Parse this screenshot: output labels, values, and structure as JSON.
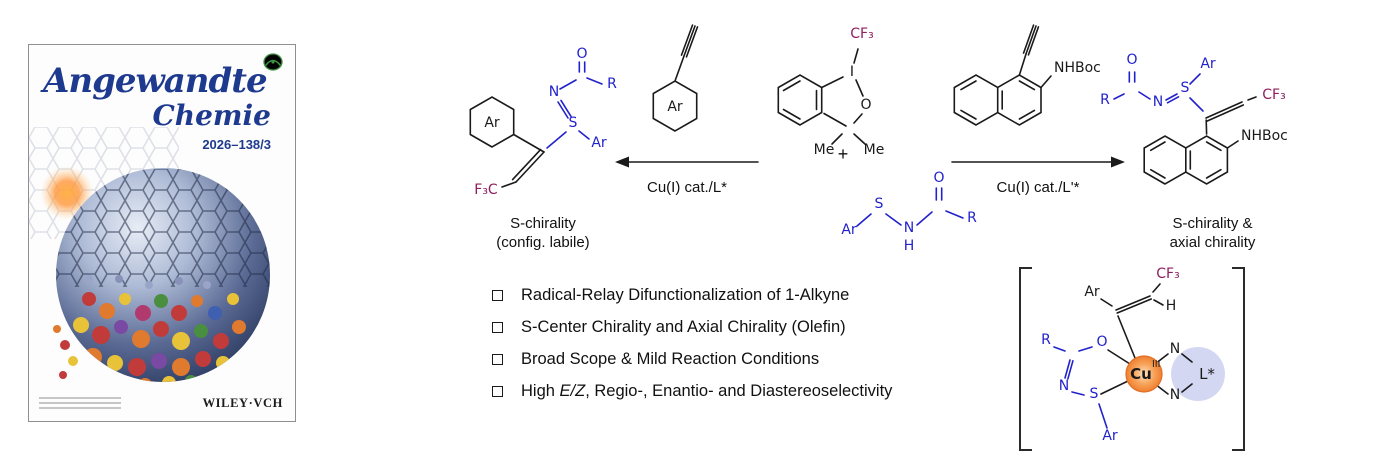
{
  "cover": {
    "title_line1": "Angewandte",
    "title_line2": "Chemie",
    "issue": "2026–138/3",
    "publisher": "WILEY·VCH"
  },
  "scheme": {
    "plus": "+",
    "left_arrow_label": "Cu(I) cat./L*",
    "right_arrow_label": "Cu(I) cat./L'*",
    "left_alkyne": {
      "ring": "Ar"
    },
    "iodane": {
      "cf3": "CF₃",
      "iodine": "I",
      "oxygen": "O",
      "me_left": "Me",
      "me_right": "Me"
    },
    "sulfenamide": {
      "ar": "Ar",
      "s": "S",
      "n": "N",
      "h": "H",
      "o": "O",
      "r": "R"
    },
    "right_alkyne": {
      "nhboc": "NHBoc"
    },
    "left_product": {
      "ring": "Ar",
      "o": "O",
      "r": "R",
      "n": "N",
      "s": "S",
      "s_ar": "Ar",
      "f3c": "F₃C",
      "caption_line1": "S-chirality",
      "caption_line2": "(config. labile)"
    },
    "right_product": {
      "o": "O",
      "r": "R",
      "n": "N",
      "s": "S",
      "s_ar": "Ar",
      "cf3": "CF₃",
      "nhboc": "NHBoc",
      "caption_line1": "S-chirality &",
      "caption_line2": "axial chirality"
    },
    "bullets": [
      {
        "text": "Radical-Relay Difunctionalization of 1-Alkyne"
      },
      {
        "text": "S-Center Chirality and Axial Chirality (Olefin)"
      },
      {
        "text": "Broad Scope & Mild Reaction Conditions"
      },
      {
        "prefix": "High ",
        "italic": "E/Z",
        "suffix": ", Regio-, Enantio- and Diastereoselectivity"
      }
    ],
    "catalyst": {
      "cf3": "CF₃",
      "ar_vinyl": "Ar",
      "h": "H",
      "r": "R",
      "o": "O",
      "n_chelate": "N",
      "s": "S",
      "s_ar": "Ar",
      "cu": "Cu",
      "cu_oxidation": "III",
      "n_top": "N",
      "n_bottom": "N",
      "ligand": "L*"
    }
  },
  "colors": {
    "heteroatom_blue": "#2222cc",
    "cf3_maroon": "#8e1f5e",
    "structure_black": "#1a1a1a",
    "cu_orange": "#f08a3c",
    "ligand_lavender": "#ccd0f0",
    "cover_blue": "#1e3a8f",
    "gdch_green": "#3f9142"
  }
}
